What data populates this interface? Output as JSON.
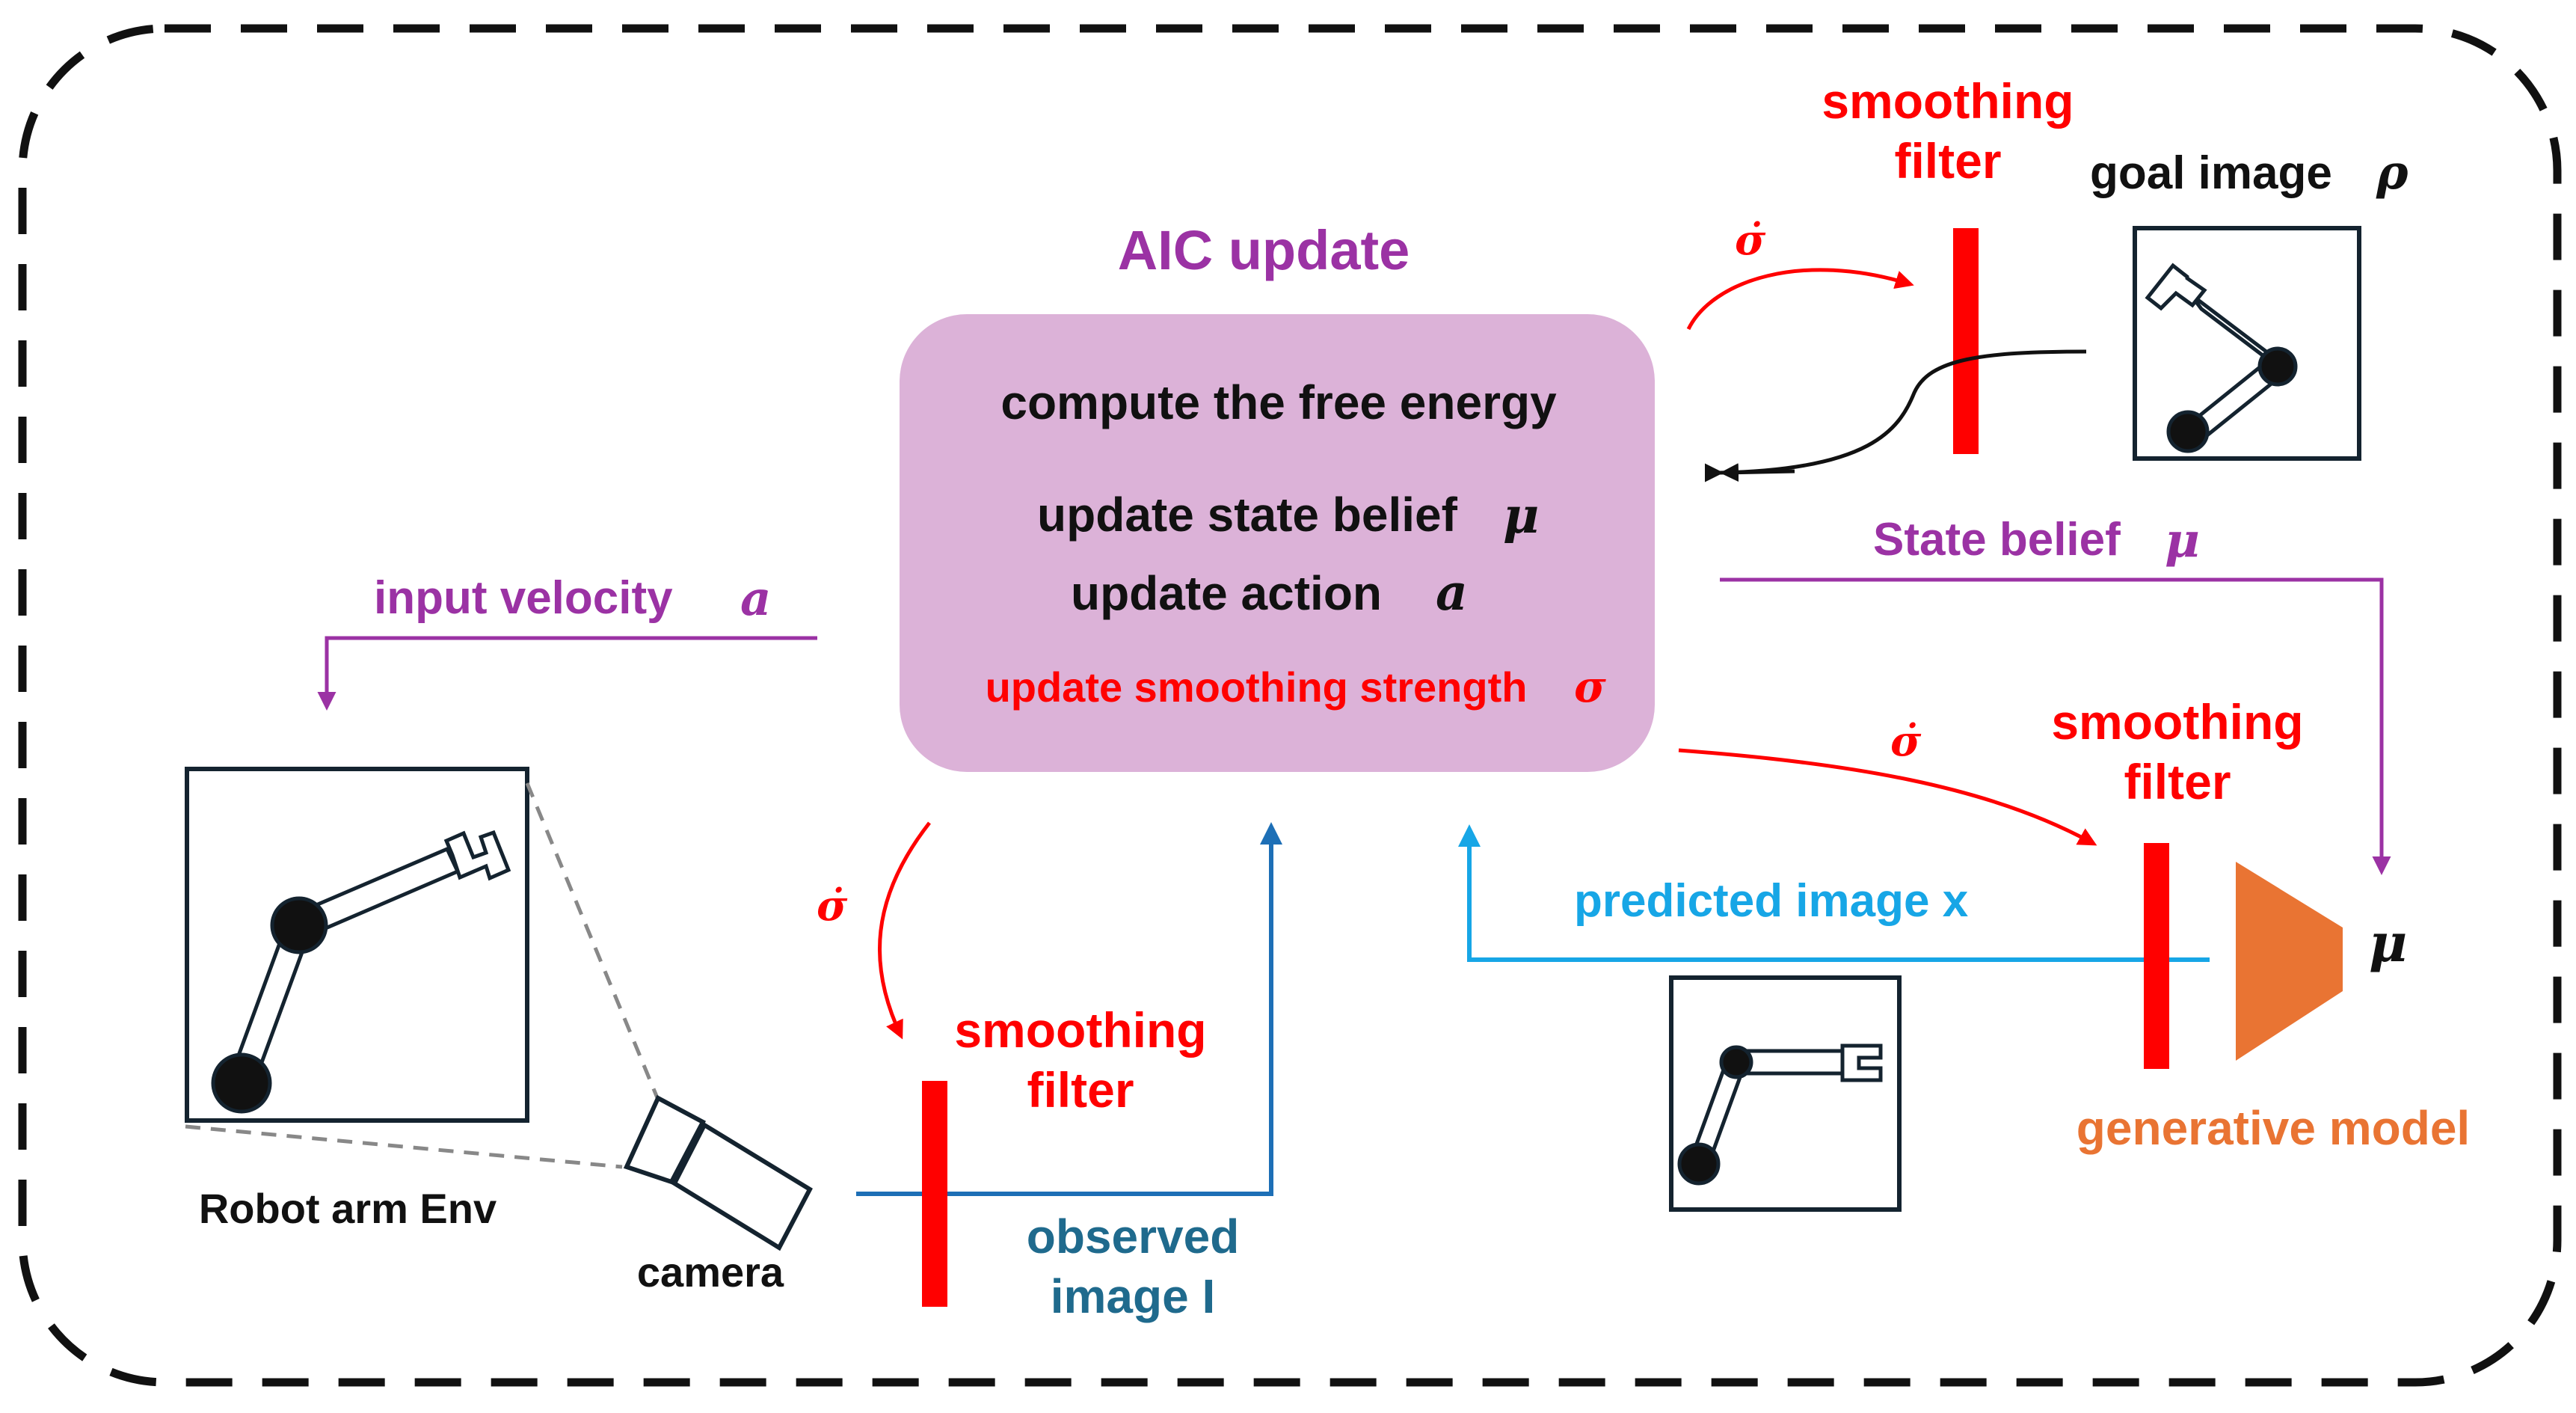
{
  "colors": {
    "purple": "#9b32a4",
    "red": "#ff0000",
    "blue": "#1d6fb6",
    "cyan": "#17a6e6",
    "orange": "#e97433",
    "dark": "#14232f",
    "box_fill": "#dcb2d8",
    "dashed_border": "#111111"
  },
  "aic": {
    "title": "AIC update",
    "line1": "compute the free energy",
    "line2_text": "update state belief",
    "line2_sym": "μ",
    "line3_text": "update action",
    "line3_sym": "a",
    "line4_text": "update smoothing strength",
    "line4_sym": "σ"
  },
  "labels": {
    "goal_text": "goal image",
    "goal_sym": "ρ",
    "smoothing_line1": "smoothing",
    "smoothing_line2": "filter",
    "state_belief_text": "State belief",
    "state_belief_sym": "μ",
    "input_text": "input  velocity",
    "input_sym": "a",
    "sigma_dot": "σ̇",
    "predicted": "predicted image x",
    "observed_line1": "observed",
    "observed_line2": "image I",
    "robot_env": "Robot arm Env",
    "camera": "camera",
    "generative": "generative model",
    "mu_out": "μ"
  },
  "icons": [
    "robot-arm-icon",
    "camera-icon",
    "generative-model-icon",
    "smoothing-filter-icon"
  ]
}
